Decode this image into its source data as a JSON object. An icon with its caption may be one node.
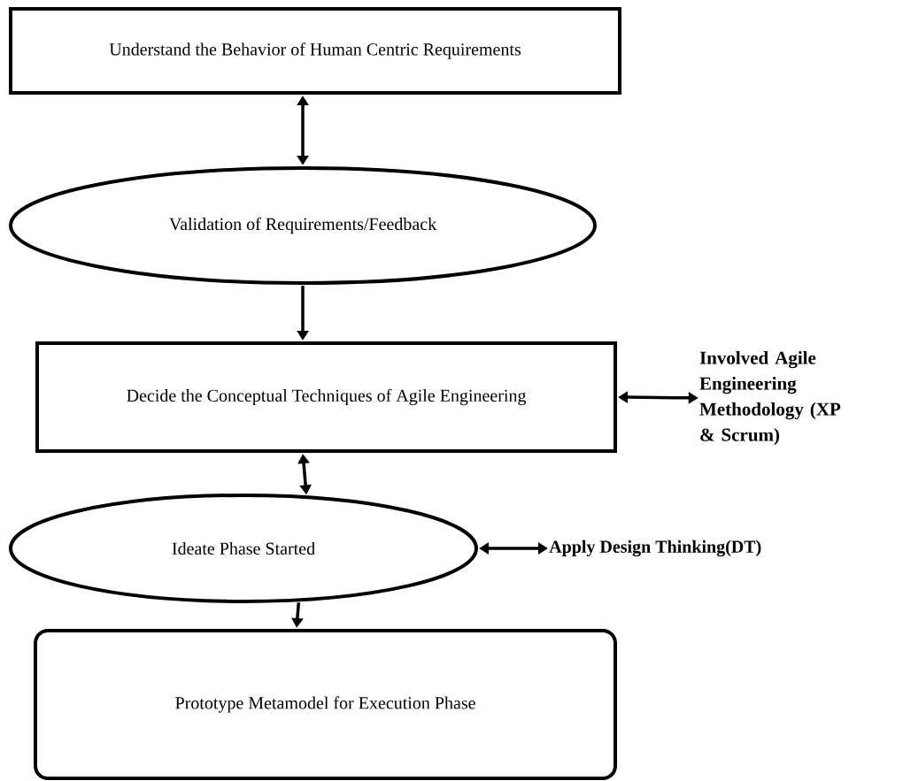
{
  "diagram": {
    "nodes": [
      {
        "text": [
          "Understand the Behavior of Human Centric Requirements"
        ]
      },
      {
        "text": [
          "Validation of Requirements/Feedback"
        ]
      },
      {
        "text": [
          "Decide the Conceptual Techniques of Agile Engineering"
        ]
      },
      {
        "text": [
          "Involved Agile Engineering Methodology (XP & Scrum)"
        ]
      },
      {
        "text": [
          "Ideate Phase Started"
        ]
      },
      {
        "text": [
          "Apply Design Thinking(DT)"
        ]
      },
      {
        "text": [
          "Prototype Metamodel for Execution Phase"
        ]
      }
    ],
    "edges": [
      {
        "from": 0,
        "to": 1,
        "arrow": "both"
      },
      {
        "from": 1,
        "to": 2,
        "arrow": "to"
      },
      {
        "from": 2,
        "to": 3,
        "arrow": "both"
      },
      {
        "from": 2,
        "to": 4,
        "arrow": "both"
      },
      {
        "from": 4,
        "to": 5,
        "arrow": "both"
      },
      {
        "from": 4,
        "to": 6,
        "arrow": "to"
      }
    ]
  }
}
